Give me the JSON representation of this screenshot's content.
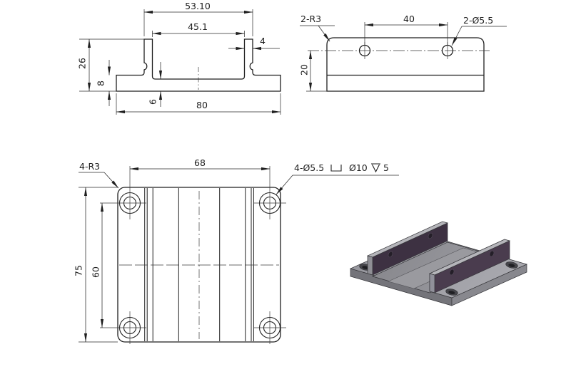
{
  "title": "bracket-engineering-drawing",
  "front_view": {
    "dim_width_top": "53.10",
    "dim_width_inner": "45.1",
    "dim_wall_thickness": "4",
    "dim_height_total": "26",
    "dim_flange_height": "8",
    "dim_floor_height": "6",
    "dim_width_base": "80"
  },
  "side_view": {
    "corner_radius_label": "2-R3",
    "dim_hole_spacing": "40",
    "hole_dia_label": "2-Ø5.5",
    "dim_hole_height": "20"
  },
  "plan_view": {
    "corner_radius_label": "4-R3",
    "dim_hole_spacing_x": "68",
    "counterbore_prefix": "4-Ø5.5",
    "counterbore_dia": "Ø10",
    "counterbore_depth": "5",
    "dim_plate_depth": "75",
    "dim_hole_spacing_y": "60"
  },
  "colors": {
    "line": "#1f1f1f",
    "model_body": "#8f8f94",
    "model_top": "#9b9ba0",
    "model_front": "#74747a",
    "model_accent_far": "#3d3142",
    "model_accent_near": "#4a3c4e"
  }
}
